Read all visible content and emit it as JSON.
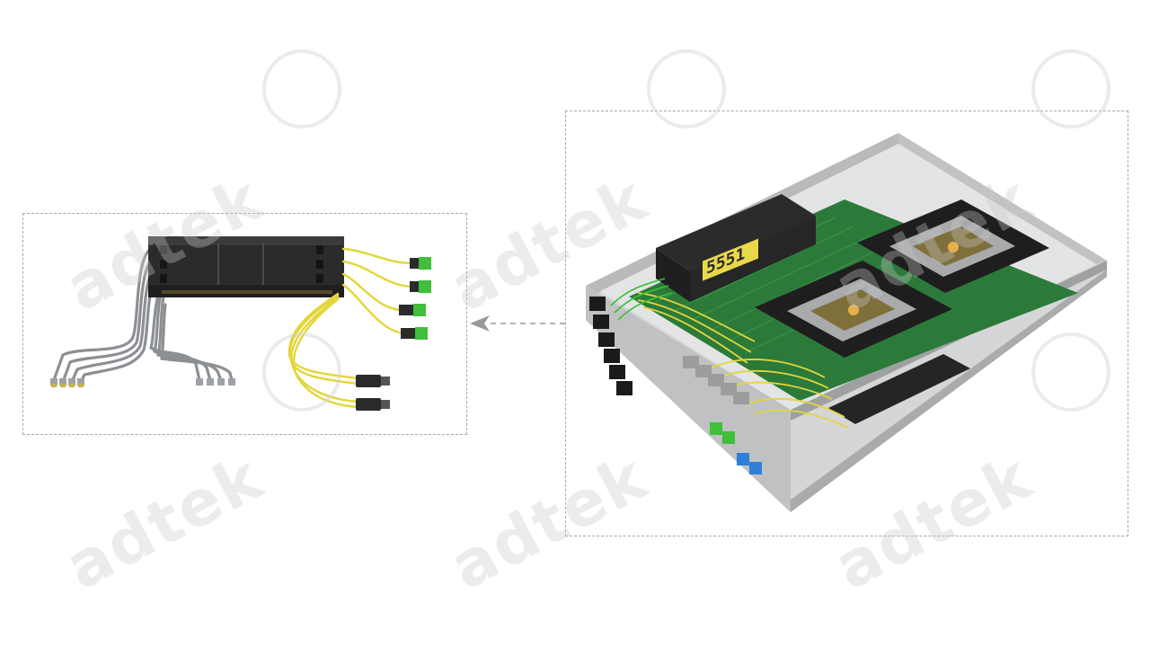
{
  "watermark": {
    "text": "adtek"
  },
  "components": {
    "left": "fiber-harness-assembly",
    "right": "switch-chassis-cutaway"
  },
  "chassis_label": "5551",
  "colors": {
    "dash": "#a8a8a8",
    "arrow": "#9a9a9a",
    "fiber_yellow": "#e2d63a",
    "connector_green": "#3fbf3a",
    "connector_blue": "#2f7fd8",
    "pcb_green": "#2c7a3a",
    "module_black": "#2b2b2b",
    "chassis_steel": "#c9cbcd"
  }
}
